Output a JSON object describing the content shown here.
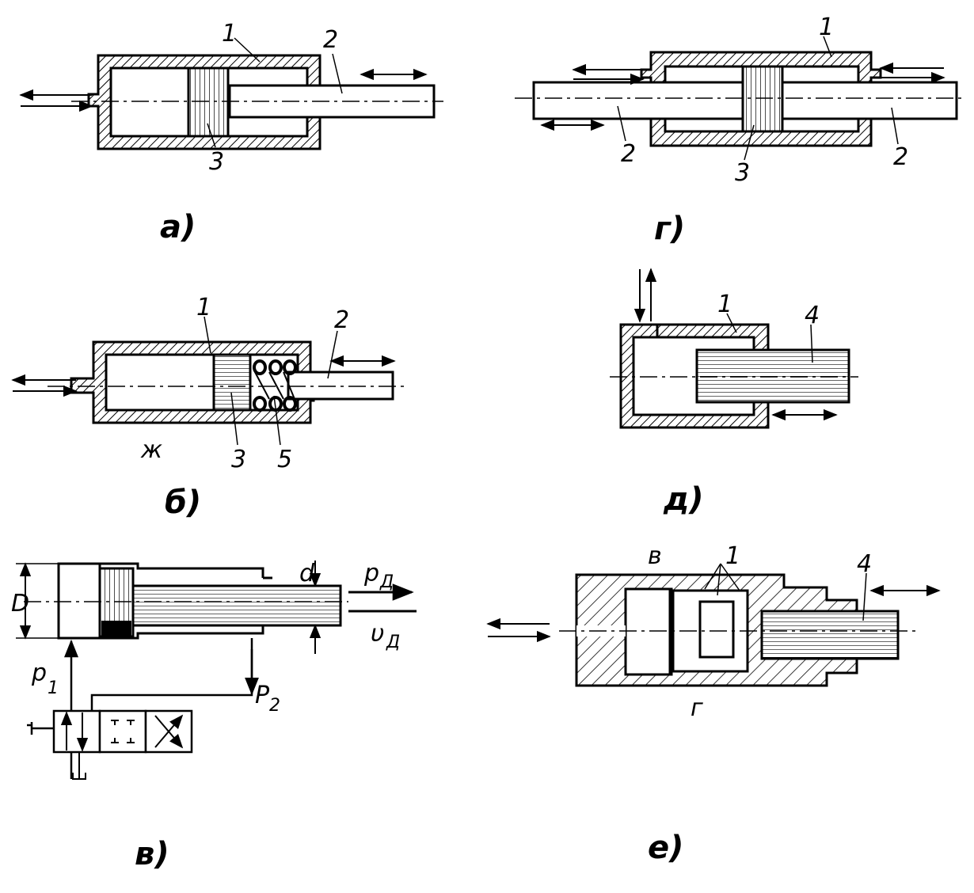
{
  "diagrams": {
    "a": {
      "caption": "а)",
      "labels": {
        "n1": "1",
        "n2": "2",
        "n3": "3"
      }
    },
    "b": {
      "caption": "б)",
      "labels": {
        "n1": "1",
        "n2": "2",
        "n3": "3",
        "n5": "5",
        "zh": "ж"
      }
    },
    "v": {
      "caption": "в)",
      "labels": {
        "D": "D",
        "d": "d",
        "p1": "p",
        "p1_sub": "1",
        "p2": "P",
        "p2_sub": "2",
        "pd": "p",
        "pd_sub": "Д",
        "vd": "υ",
        "vd_sub": "Д"
      }
    },
    "g": {
      "caption": "г)",
      "labels": {
        "n1": "1",
        "n2_left": "2",
        "n2_right": "2",
        "n3": "3"
      }
    },
    "d": {
      "caption": "д)",
      "labels": {
        "n1": "1",
        "n4": "4"
      }
    },
    "e": {
      "caption": "е)",
      "labels": {
        "n1": "1",
        "n4": "4",
        "v": "в",
        "g": "г"
      }
    }
  }
}
